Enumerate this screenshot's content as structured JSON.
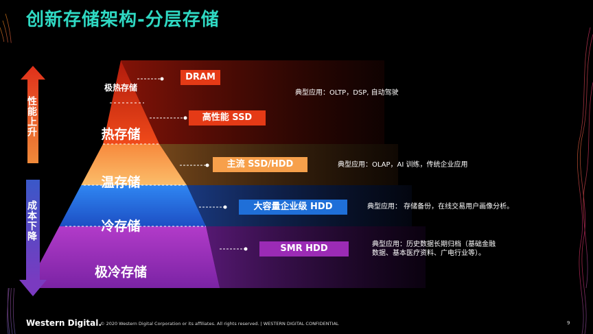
{
  "title": "创新存储架构-分层存储",
  "left_arrow": {
    "up_text": "性能上升",
    "down_text": "成本下降"
  },
  "tiers": [
    {
      "name": "极热存储",
      "media": "DRAM",
      "usage": "典型应用：OLTP，DSP, 自动驾驶",
      "color": "#e53a16"
    },
    {
      "name": "热存储",
      "media": "高性能 SSD",
      "usage": "",
      "color": "#e53a16"
    },
    {
      "name": "温存储",
      "media": "主流 SSD/HDD",
      "usage": "典型应用：OLAP，AI 训练，传统企业应用",
      "color": "#f7a04b"
    },
    {
      "name": "冷存储",
      "media": "大容量企业级 HDD",
      "usage": "典型应用： 存储备份，在线交易用户画像分析。",
      "color": "#1f6fd8"
    },
    {
      "name": "极冷存储",
      "media": "SMR HDD",
      "usage_lines": [
        "典型应用：历史数据长期归档（基础金融",
        "数据、基本医疗资料、广电行业等）。"
      ],
      "color": "#9b2bb5"
    }
  ],
  "footer": {
    "brand": "Western Digital.",
    "copyright": "© 2020 Western Digital Corporation or its affiliates. All rights reserved.  |  WESTERN DIGITAL CONFIDENTIAL",
    "page": "9"
  }
}
